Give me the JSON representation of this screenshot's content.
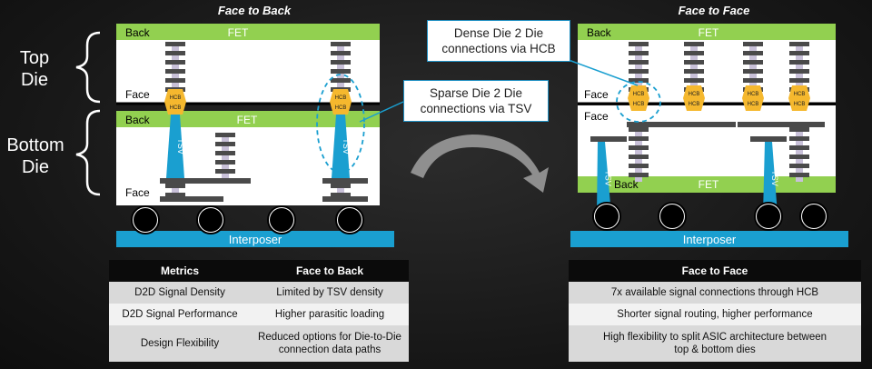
{
  "titles": {
    "left": "Face to Back",
    "right": "Face to Face"
  },
  "side_labels": {
    "top_line1": "Top",
    "top_line2": "Die",
    "bottom_line1": "Bottom",
    "bottom_line2": "Die"
  },
  "callouts": {
    "dense_line1": "Dense Die 2 Die",
    "dense_line2": "connections via HCB",
    "sparse_line1": "Sparse Die 2 Die",
    "sparse_line2": "connections via TSV"
  },
  "diagram_labels": {
    "back": "Back",
    "face": "Face",
    "fet": "FET",
    "tsv": "TSV",
    "hcb": "HCB",
    "interposer": "Interposer"
  },
  "colors": {
    "fet": "#92d050",
    "interposer": "#1a9fd0",
    "tsv": "#1a9fd0",
    "hcb": "#f5b82e",
    "metal": "#4a4a4a",
    "via": "#c8c0d8"
  },
  "table_left": {
    "headers": [
      "Metrics",
      "Face to Back"
    ],
    "rows": [
      [
        "D2D Signal Density",
        "Limited by TSV density"
      ],
      [
        "D2D Signal Performance",
        "Higher parasitic loading"
      ],
      [
        "Design Flexibility",
        "Reduced options for Die-to-Die",
        "connection data paths"
      ]
    ]
  },
  "table_right": {
    "header": "Face to Face",
    "rows": [
      [
        "7x available signal connections through HCB"
      ],
      [
        "Shorter signal routing, higher performance"
      ],
      [
        "High flexibility to split ASIC architecture between",
        "top & bottom dies"
      ]
    ]
  }
}
